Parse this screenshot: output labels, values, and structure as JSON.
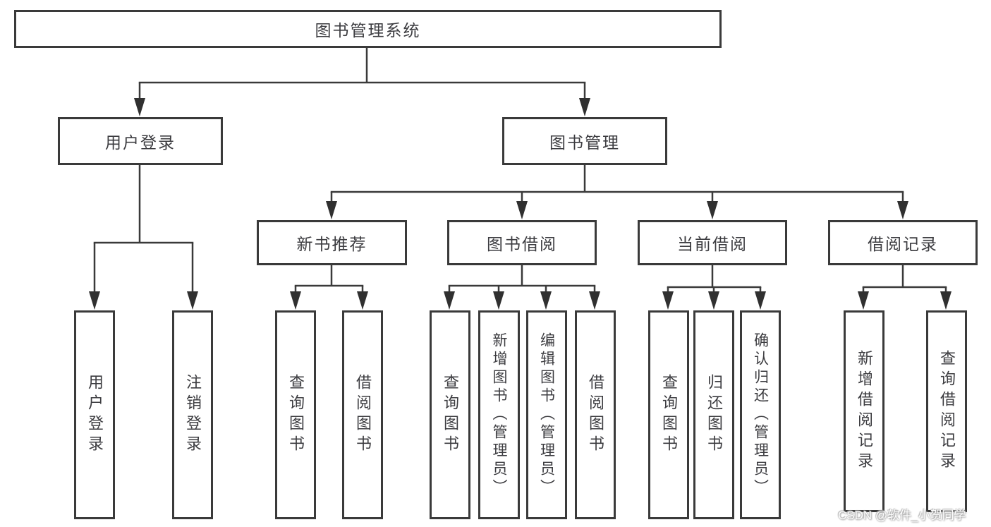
{
  "tree": {
    "label": "图书管理系统",
    "children": [
      {
        "label": "用户登录",
        "children": [
          {
            "label": "用户登录"
          },
          {
            "label": "注销登录"
          }
        ]
      },
      {
        "label": "图书管理",
        "children": [
          {
            "label": "新书推荐",
            "children": [
              {
                "label": "查询图书"
              },
              {
                "label": "借阅图书"
              }
            ]
          },
          {
            "label": "图书借阅",
            "children": [
              {
                "label": "查询图书"
              },
              {
                "label": "新增图书（管理员）"
              },
              {
                "label": "编辑图书（管理员）"
              },
              {
                "label": "借阅图书"
              }
            ]
          },
          {
            "label": "当前借阅",
            "children": [
              {
                "label": "查询图书"
              },
              {
                "label": "归还图书"
              },
              {
                "label": "确认归还（管理员）"
              }
            ]
          },
          {
            "label": "借阅记录",
            "children": [
              {
                "label": "新增借阅记录"
              },
              {
                "label": "查询借阅记录"
              }
            ]
          }
        ]
      }
    ]
  },
  "watermark": {
    "text": "CSDN @软件_小贺同学"
  },
  "colors": {
    "line": "#3a3a3a",
    "box_border": "#3a3a3a",
    "text": "#3c3c40",
    "background": "#ffffff"
  }
}
